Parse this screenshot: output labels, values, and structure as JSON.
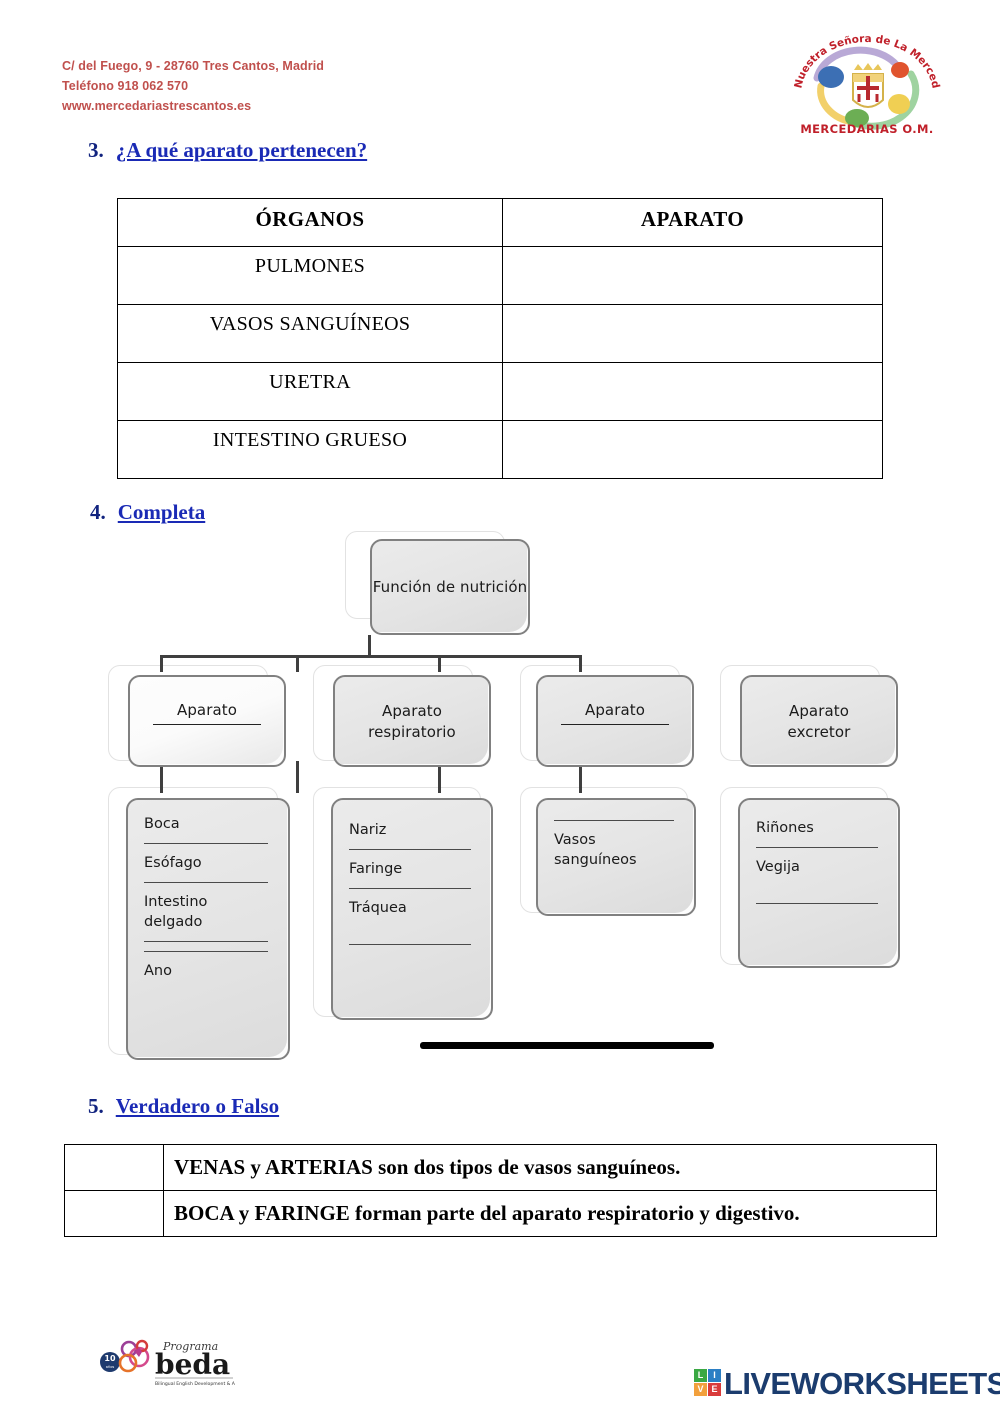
{
  "header": {
    "address_lines": [
      "C/ del Fuego, 9 - 28760 Tres Cantos, Madrid",
      "Teléfono 918 062 570",
      "www.mercedariastrescantos.es"
    ],
    "address_color": "#c0504d",
    "school_logo": {
      "arc_text": "Nuestra Señora de La Merced",
      "name": "MERCEDARIAS O.M.",
      "name_color": "#c0202a"
    }
  },
  "sections": {
    "q3": {
      "number": "3.",
      "title": "¿A qué aparato pertenecen?",
      "table": {
        "headers": [
          "ÓRGANOS",
          "APARATO"
        ],
        "rows": [
          [
            "PULMONES",
            ""
          ],
          [
            "VASOS SANGUÍNEOS",
            ""
          ],
          [
            "URETRA",
            ""
          ],
          [
            "INTESTINO GRUESO",
            ""
          ]
        ]
      }
    },
    "q4": {
      "number": "4.",
      "title": "Completa",
      "diagram": {
        "type": "org-chart",
        "root": {
          "label": "Función de nutrición"
        },
        "level2": [
          {
            "label": "Aparato",
            "has_blank_line": true
          },
          {
            "label": "Aparato\nrespiratorio",
            "has_blank_line": false
          },
          {
            "label": "Aparato",
            "has_blank_line": true
          },
          {
            "label": "Aparato\nexcretor",
            "has_blank_line": false
          }
        ],
        "level3": [
          {
            "items": [
              "Boca",
              "",
              "Esófago",
              "",
              "Intestino\ndelgado",
              "",
              "",
              "Ano"
            ]
          },
          {
            "items": [
              "Nariz",
              "",
              "Faringe",
              "",
              "Tráquea",
              ""
            ]
          },
          {
            "items": [
              "",
              "Vasos\nsanguíneos"
            ]
          },
          {
            "items": [
              "Riñones",
              "",
              "Vegija",
              ""
            ]
          }
        ]
      }
    },
    "q5": {
      "number": "5.",
      "title": "Verdadero o Falso",
      "rows": [
        {
          "answer": "",
          "statement": "VENAS y ARTERIAS son dos tipos de vasos sanguíneos."
        },
        {
          "answer": "",
          "statement": "BOCA y FARINGE forman parte del aparato respiratorio y digestivo."
        }
      ]
    }
  },
  "footer": {
    "beda": {
      "program_word": "Programa",
      "brand": "beda",
      "tagline": "Bilingual English Development & Assessment",
      "badge": "10"
    },
    "liveworksheets": {
      "tiles": [
        {
          "letter": "L",
          "color": "#3aa843"
        },
        {
          "letter": "I",
          "color": "#2b7fc4"
        },
        {
          "letter": "V",
          "color": "#f2a03c"
        },
        {
          "letter": "E",
          "color": "#d93b3b"
        }
      ],
      "wordmark": "LIVEWORKSHEETS",
      "wordmark_color": "#1b3c6e"
    }
  }
}
